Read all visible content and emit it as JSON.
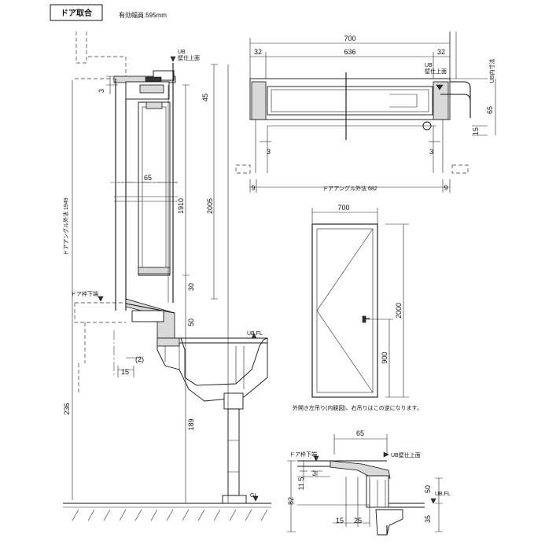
{
  "header": {
    "title": "ドア取合",
    "effective_width": "有効幅員:595mm"
  },
  "section": {
    "ub_wall_top": "UB\n壁仕上面",
    "frame_outer": "ドアアングル外法 1949",
    "door_frame_bottom": "ドア枠下端",
    "ub_fl": "UB.FL",
    "gl": "GL",
    "dims": {
      "d3": "3",
      "d45": "45",
      "d65": "65",
      "d1910": "1910",
      "d2005": "2005",
      "d30": "30",
      "d50": "50",
      "d2": "(2)",
      "d15": "15",
      "d236": "236",
      "d189": "189"
    }
  },
  "plan": {
    "ub_wall_top": "UB\n壁仕上面",
    "ub_inner": "UB内寸法",
    "frame_outer": "ドアアングル外法 682",
    "dims": {
      "d700": "700",
      "d32a": "32",
      "d636": "636",
      "d32b": "32",
      "d65": "65",
      "d15": "15",
      "d3a": "3",
      "d3b": "3",
      "d9a": "9",
      "d9b": "9"
    }
  },
  "elevation": {
    "width": "700",
    "height": "2000",
    "handle": "900",
    "note": "外開き左吊り(内観図)、右吊りはこの逆になります。"
  },
  "detail": {
    "door_frame_bottom": "ドア枠下端",
    "ub_wall_top": "UB壁仕上面",
    "ub_fl": "UB.FL",
    "dims": {
      "d65": "65",
      "d3": "3",
      "d11_5": "11.5",
      "d82": "82",
      "d50": "50",
      "d35": "35",
      "d15": "15",
      "d25": "25"
    }
  }
}
